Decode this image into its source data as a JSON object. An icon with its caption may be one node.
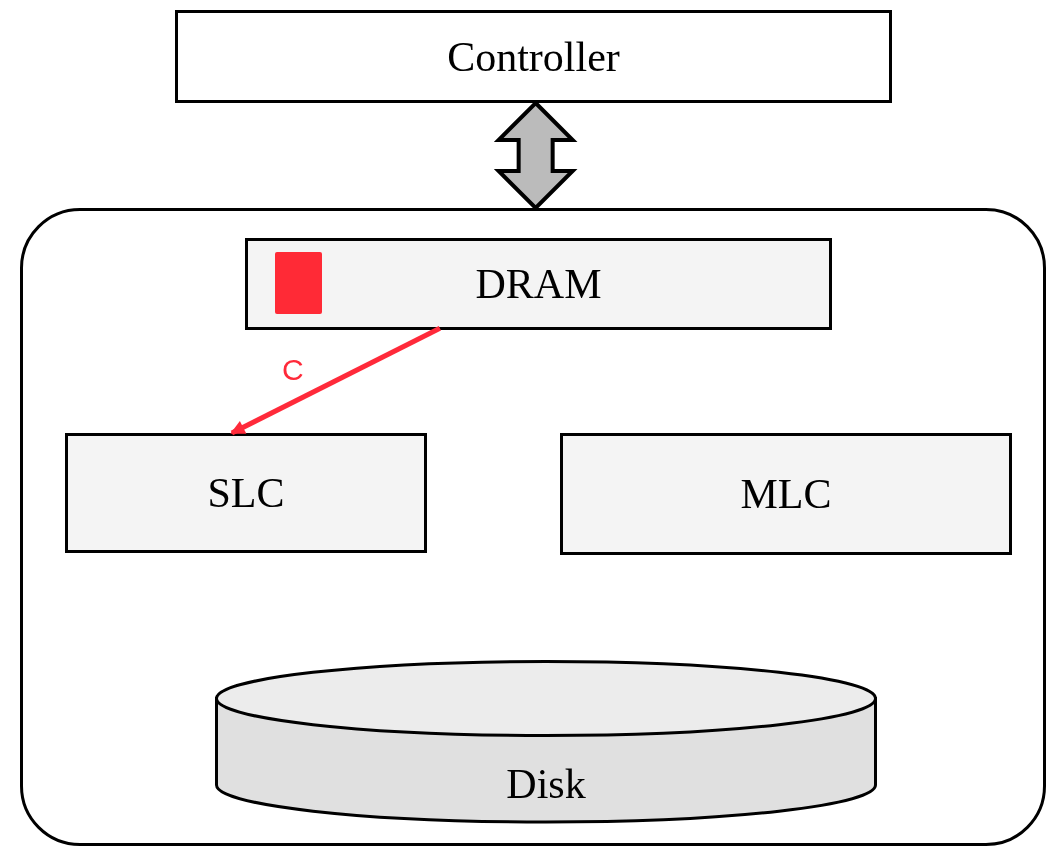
{
  "diagram": {
    "nodes": [
      {
        "text": [
          "Controller"
        ]
      },
      {
        "text": [],
        "shape": "box"
      },
      {
        "text": [
          "DRAM"
        ],
        "in": 1
      },
      {
        "text": [],
        "shape": "box",
        "in": 2
      },
      {
        "text": [
          "SLC"
        ],
        "in": 1
      },
      {
        "text": [
          "MLC"
        ],
        "in": 1
      },
      {
        "text": [
          "Disk"
        ],
        "in": 1
      }
    ],
    "edges": [
      {
        "from": 0,
        "to": 1,
        "arrow": "both",
        "style": "thick"
      },
      {
        "from": 2,
        "to": 4,
        "arrow": "to",
        "label": "C",
        "color": "#ff2a3a"
      }
    ]
  }
}
